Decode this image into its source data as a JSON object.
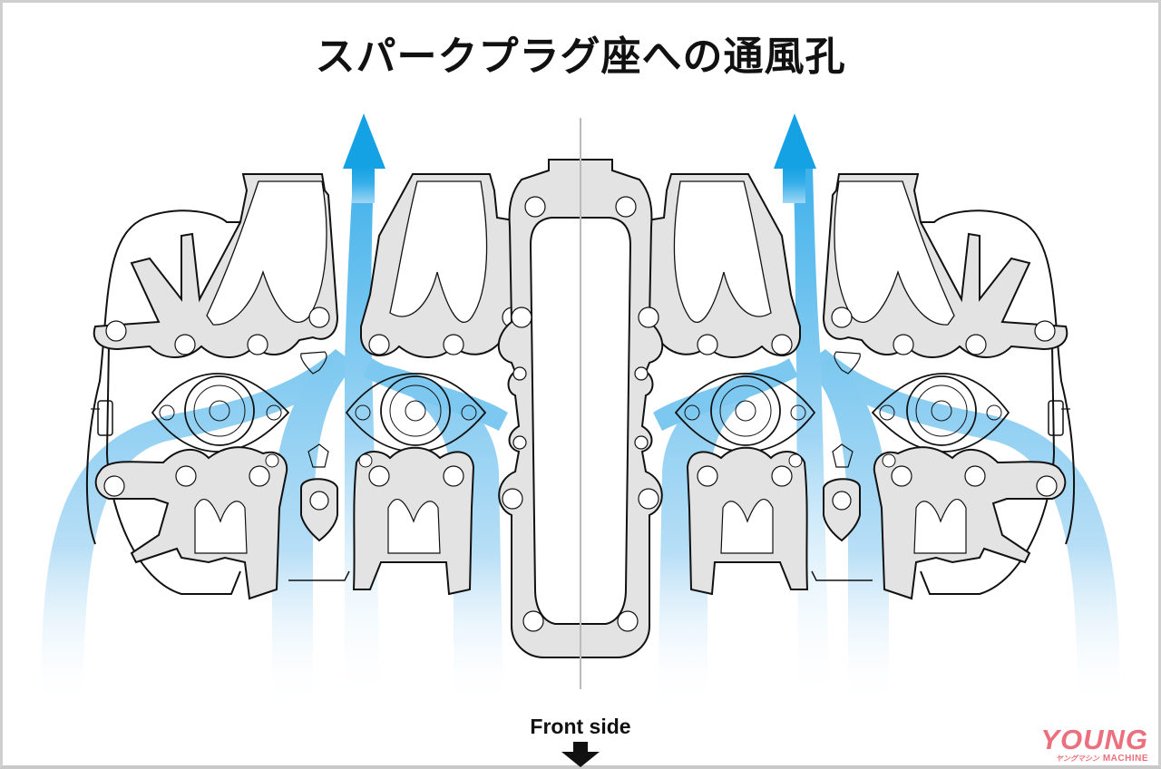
{
  "title": "スパークプラグ座への通風孔",
  "front_label": "Front side",
  "logo": {
    "main": "YOUNG",
    "kana": "ヤングマシン",
    "sub": "MACHINE",
    "color": "#ec6f7e"
  },
  "colors": {
    "airflow_strong": "#1aa6e6",
    "airflow_mid": "#6cc1ee",
    "airflow_light": "#d9eefb",
    "gasket_fill": "#e3e3e3",
    "outline": "#111111",
    "centerline": "#bbbbbb"
  },
  "icons": {
    "airflow_arrows": "arrow-up-icon",
    "front_arrow": "arrow-down-icon"
  },
  "diagram": {
    "subject": "engine cylinder head (4 cylinders) top view with cooling airflow paths",
    "cylinders": 4,
    "airflow_arrows": 2
  }
}
